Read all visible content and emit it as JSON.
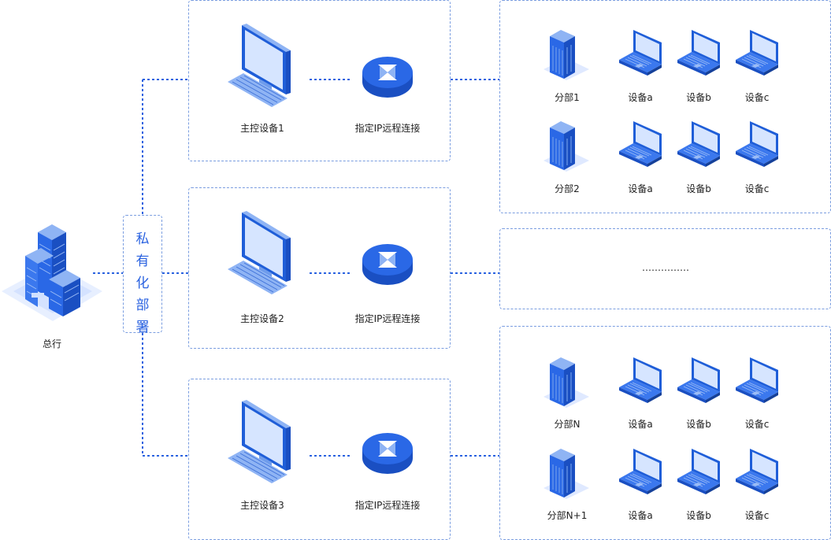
{
  "hq": {
    "label": "总行"
  },
  "private_deploy": {
    "chars": [
      "私",
      "有",
      "化",
      "部",
      "署"
    ]
  },
  "controllers": [
    {
      "device_label": "主控设备1",
      "link_label": "指定IP远程连接"
    },
    {
      "device_label": "主控设备2",
      "link_label": "指定IP远程连接"
    },
    {
      "device_label": "主控设备3",
      "link_label": "指定IP远程连接"
    }
  ],
  "groups": [
    {
      "rows": [
        {
          "branch": "分部1",
          "devices": [
            "设备a",
            "设备b",
            "设备c"
          ]
        },
        {
          "branch": "分部2",
          "devices": [
            "设备a",
            "设备b",
            "设备c"
          ]
        }
      ]
    },
    {
      "ellipsis": "……………"
    },
    {
      "rows": [
        {
          "branch": "分部N",
          "devices": [
            "设备a",
            "设备b",
            "设备c"
          ]
        },
        {
          "branch": "分部N+1",
          "devices": [
            "设备a",
            "设备b",
            "设备c"
          ]
        }
      ]
    }
  ],
  "colors": {
    "accent": "#2a62e0",
    "dash": "#7a9de0",
    "icon_dark": "#1f5ed8",
    "icon_light": "#8fb4f4"
  }
}
